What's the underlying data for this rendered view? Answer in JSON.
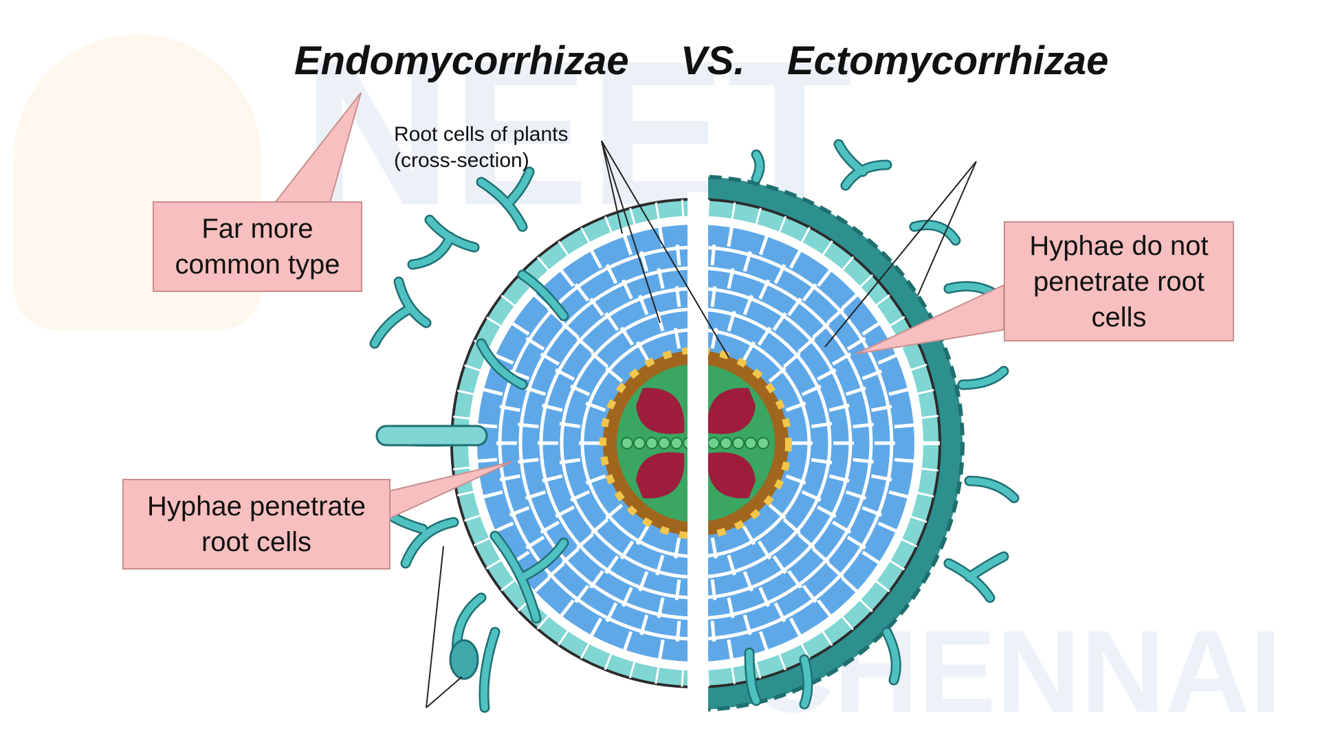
{
  "titles": {
    "left": "Endomycorrhizae",
    "vs": "VS.",
    "right": "Ectomycorrhizae"
  },
  "labels": {
    "root_cells_line1": "Root cells of plants",
    "root_cells_line2": "(cross-section)"
  },
  "callouts": {
    "common_type": [
      "Far more",
      "common type"
    ],
    "hyphae_penetrate": [
      "Hyphae penetrate",
      "root cells"
    ],
    "hyphae_not_penetrate": [
      "Hyphae do not",
      "penetrate root",
      "cells"
    ]
  },
  "watermark": {
    "brand_top": "NEET",
    "brand_bottom": "CHENNAI"
  },
  "colors": {
    "callout_fill": "#f7bfbf",
    "callout_border": "#c98e8e",
    "hyphae": "#3fa9a9",
    "cortex_cell": "#5fa8e8",
    "epidermis": "#7fd6d2",
    "endodermis": "#a0661e",
    "phloem": "#9e1c3c",
    "xylem": "#3aa661"
  }
}
